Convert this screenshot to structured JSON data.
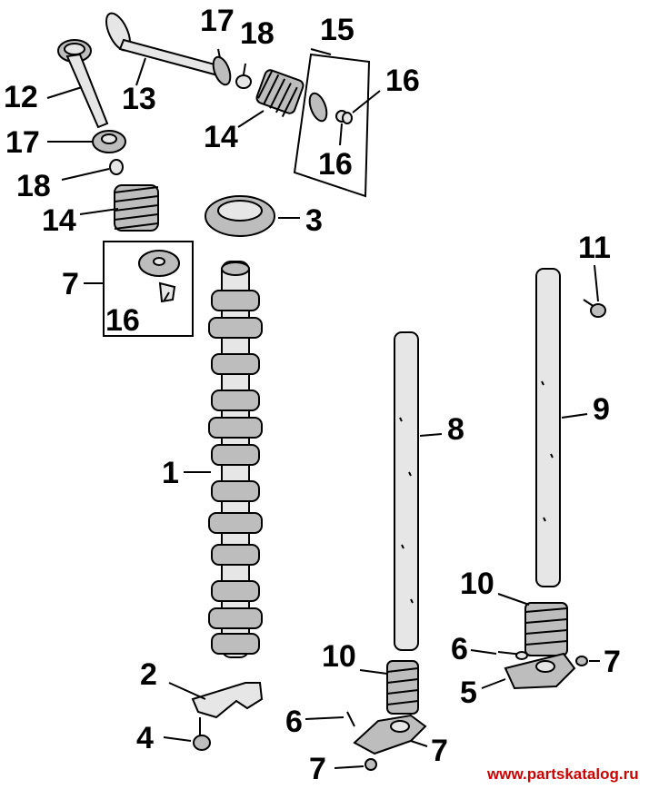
{
  "callouts": {
    "c1": "1",
    "c2": "2",
    "c3": "3",
    "c4": "4",
    "c5": "5",
    "c6a": "6",
    "c6b": "6",
    "c7_kit": "7",
    "c7a": "7",
    "c7b": "7",
    "c7c": "7",
    "c8": "8",
    "c9": "9",
    "c10a": "10",
    "c10b": "10",
    "c11": "11",
    "c12": "12",
    "c13": "13",
    "c14a": "14",
    "c14b": "14",
    "c15": "15",
    "c16a": "16",
    "c16b": "16",
    "c16c": "16",
    "c17a": "17",
    "c17b": "17",
    "c18a": "18",
    "c18b": "18"
  },
  "watermark": "www.partskatalog.ru",
  "colors": {
    "ink": "#000000",
    "watermark": "#cc0000",
    "part_shade": "#bdbdbd"
  }
}
